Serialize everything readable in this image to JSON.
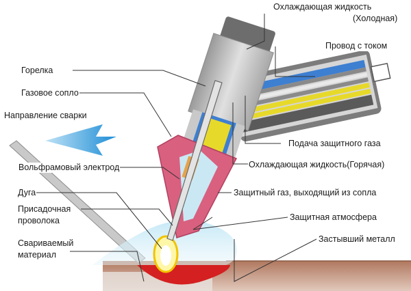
{
  "labels": {
    "coolant_cold": "Охлаждающая жидкость",
    "coolant_cold_note": "(Холодная)",
    "current_wire": "Провод с током",
    "torch": "Горелка",
    "gas_nozzle": "Газовое сопло",
    "weld_direction": "Направление сварки",
    "shield_gas_feed": "Подача защитного газа",
    "coolant_hot": "Охлаждающая жидкость(Горячая)",
    "tungsten_electrode": "Вольфрамовый электрод",
    "arc": "Дуга",
    "shield_gas_exit": "Защитный газ, выходящий из сопла",
    "filler_wire_1": "Присадочная",
    "filler_wire_2": "проволока",
    "shield_atmosphere": "Защитная атмосфера",
    "workpiece_1": "Свариваемый",
    "workpiece_2": "материал",
    "solid_metal": "Застывший металл"
  },
  "colors": {
    "torch_body": "#c9c9c9",
    "handle_dark": "#7a7a7a",
    "nozzle": "#d9607f",
    "coolant_cold": "#3d7fd1",
    "coolant_hot": "#e7d92a",
    "gas": "#c9e8f3",
    "electrode": "#9a9a9a",
    "weld_pool": "#d22222",
    "arc": "#ffe84a",
    "workpiece": "#b58670",
    "direction_arrow": "#4aa7e0"
  }
}
